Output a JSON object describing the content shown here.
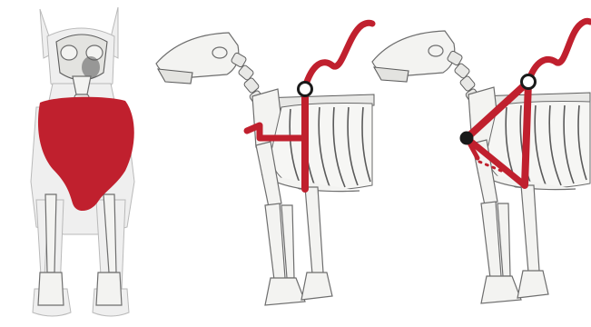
{
  "figure": {
    "panels": [
      {
        "id": "front",
        "view": "front",
        "harness_shape": "chest-plate"
      },
      {
        "id": "side-h",
        "view": "side",
        "harness_shape": "H-harness"
      },
      {
        "id": "side-y",
        "view": "side",
        "harness_shape": "Y-harness"
      }
    ],
    "colors": {
      "harness": "#c0202e",
      "ring_outline": "#1a1a1a",
      "ring_center": "#ffffff",
      "bone_outline": "#6e6e6e",
      "background": "#ffffff"
    },
    "icons": [
      "dog-skeleton-front",
      "dog-skeleton-side",
      "leash-ring"
    ]
  }
}
